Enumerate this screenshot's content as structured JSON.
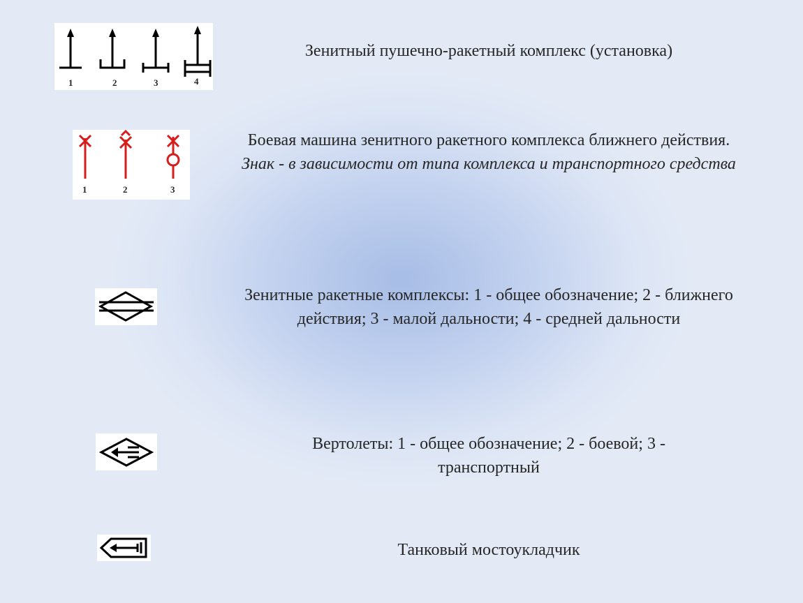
{
  "rows": [
    {
      "caption": "Зенитный пушечно-ракетный комплекс (установка)",
      "numbers": [
        "1",
        "2",
        "3",
        "4"
      ],
      "icon": "anti-aircraft-gun-missile-symbols"
    },
    {
      "caption_plain": "Боевая машина зенитного ракетного комплекса ближнего действия.",
      "caption_italic": "Знак - в зависимости от типа комплекса и транспортного средства",
      "numbers": [
        "1",
        "2",
        "3"
      ],
      "icon": "short-range-sam-vehicle-symbols",
      "color": "#d71c1c"
    },
    {
      "caption": "Зенитные ракетные комплексы: 1 - общее обозначение; 2 - ближнего действия; 3 - малой дальности; 4 - средней дальности",
      "icon": "sam-complex-diamond-symbol"
    },
    {
      "caption": "Вертолеты: 1 - общее обозначение; 2 - боевой; 3 - транспортный",
      "icon": "helicopter-symbol"
    },
    {
      "caption": "Танковый мостоукладчик",
      "icon": "tank-bridge-layer-symbol"
    }
  ]
}
